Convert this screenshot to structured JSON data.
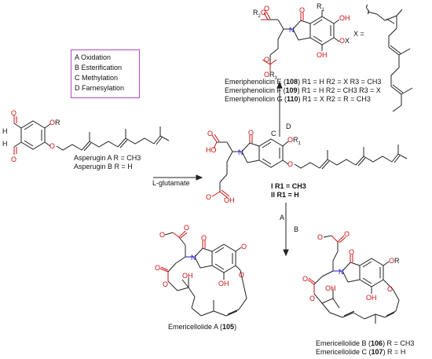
{
  "legend": {
    "items": [
      {
        "letter": "A",
        "text": "Oxidation"
      },
      {
        "letter": "B",
        "text": "Esterification"
      },
      {
        "letter": "C",
        "text": "Methylation"
      },
      {
        "letter": "D",
        "text": "Farnesylation"
      }
    ]
  },
  "compounds": {
    "asperugin_a": "Asperugin A R = CH3",
    "asperugin_b": "Asperugin B R = H",
    "intermediate_i": "I  R1 = CH3",
    "intermediate_ii": "II R1 = H",
    "emeriphenolicin_e": {
      "name": "Emeriphenolicin E (",
      "num": "108",
      "rest": ") R1 = H R2 = X R3 = CH3"
    },
    "emeriphenolicin_f": {
      "name": "Emeriphenolicin F (",
      "num": "109",
      "rest": ") R1 = H R2 = CH3 R3 = X"
    },
    "emeriphenolicin_g": {
      "name": "Emeriphenolicin G (",
      "num": "110",
      "rest": ") R1 = X R2 = R = CH3"
    },
    "emericellolide_a": {
      "name": "Emericellolide A (",
      "num": "105",
      "rest": ")"
    },
    "emericellolide_b": {
      "name": "Emericellolide B (",
      "num": "106",
      "rest": ") R = CH3"
    },
    "emericellolide_c": {
      "name": "Emericellolide C (",
      "num": "107",
      "rest": ") R = H"
    }
  },
  "arrows": {
    "reagent": "L-glutamate",
    "up_left": "C",
    "up_right": "D",
    "down_left": "A",
    "down_right": "B"
  },
  "x_definition": "X ="
}
